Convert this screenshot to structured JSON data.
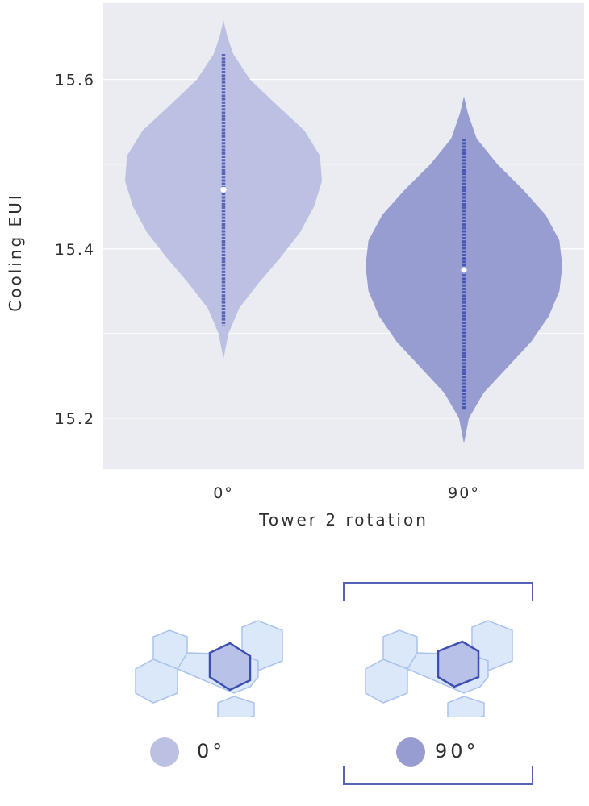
{
  "chart_data": {
    "type": "violin",
    "xlabel": "Tower 2 rotation",
    "ylabel": "Cooling EUI",
    "categories": [
      "0°",
      "90°"
    ],
    "y_ticks": [
      "15.2",
      "15.4",
      "15.6"
    ],
    "y_tick_values": [
      15.2,
      15.4,
      15.6
    ],
    "ylim": [
      15.14,
      15.69
    ],
    "grid": true,
    "series": [
      {
        "category": "0°",
        "color": "#bcc0e3",
        "point_color": "#4a5bb5",
        "min": 15.27,
        "max": 15.67,
        "median": 15.47,
        "points_min": 15.31,
        "points_max": 15.63,
        "density": [
          [
            15.27,
            0.0
          ],
          [
            15.3,
            0.05
          ],
          [
            15.33,
            0.16
          ],
          [
            15.36,
            0.36
          ],
          [
            15.39,
            0.58
          ],
          [
            15.42,
            0.78
          ],
          [
            15.45,
            0.92
          ],
          [
            15.48,
            1.0
          ],
          [
            15.51,
            0.98
          ],
          [
            15.54,
            0.82
          ],
          [
            15.57,
            0.54
          ],
          [
            15.6,
            0.27
          ],
          [
            15.63,
            0.1
          ],
          [
            15.65,
            0.04
          ],
          [
            15.67,
            0.0
          ]
        ]
      },
      {
        "category": "90°",
        "color": "#979dd0",
        "point_color": "#3f52b3",
        "min": 15.17,
        "max": 15.58,
        "median": 15.375,
        "points_min": 15.21,
        "points_max": 15.53,
        "density": [
          [
            15.17,
            0.0
          ],
          [
            15.2,
            0.05
          ],
          [
            15.23,
            0.2
          ],
          [
            15.26,
            0.44
          ],
          [
            15.29,
            0.68
          ],
          [
            15.32,
            0.86
          ],
          [
            15.35,
            0.97
          ],
          [
            15.38,
            1.0
          ],
          [
            15.41,
            0.97
          ],
          [
            15.44,
            0.83
          ],
          [
            15.47,
            0.6
          ],
          [
            15.5,
            0.34
          ],
          [
            15.53,
            0.13
          ],
          [
            15.56,
            0.04
          ],
          [
            15.58,
            0.0
          ]
        ]
      }
    ]
  },
  "legend": {
    "items": [
      {
        "label": "0°",
        "color": "#bcc0e3",
        "selected": false
      },
      {
        "label": "90°",
        "color": "#979dd0",
        "selected": true
      }
    ],
    "accent": "#5562b5"
  }
}
